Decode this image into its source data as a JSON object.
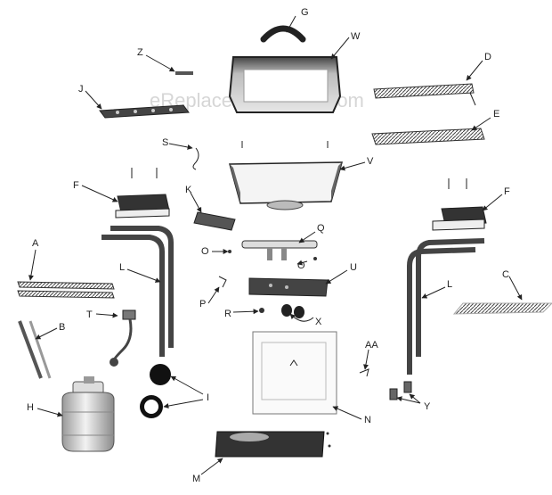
{
  "watermark": "eReplacementParts.com",
  "labels": {
    "G": "G",
    "W": "W",
    "Z": "Z",
    "D": "D",
    "J": "J",
    "E": "E",
    "S": "S",
    "V": "V",
    "F_left": "F",
    "F_right": "F",
    "K": "K",
    "A": "A",
    "Q": "Q",
    "O_left": "O",
    "O_right": "O",
    "L_left": "L",
    "L_right": "L",
    "U": "U",
    "C": "C",
    "P": "P",
    "B": "B",
    "T": "T",
    "R": "R",
    "X": "X",
    "AA": "AA",
    "I": "I",
    "H": "H",
    "N": "N",
    "Y": "Y",
    "M": "M"
  }
}
